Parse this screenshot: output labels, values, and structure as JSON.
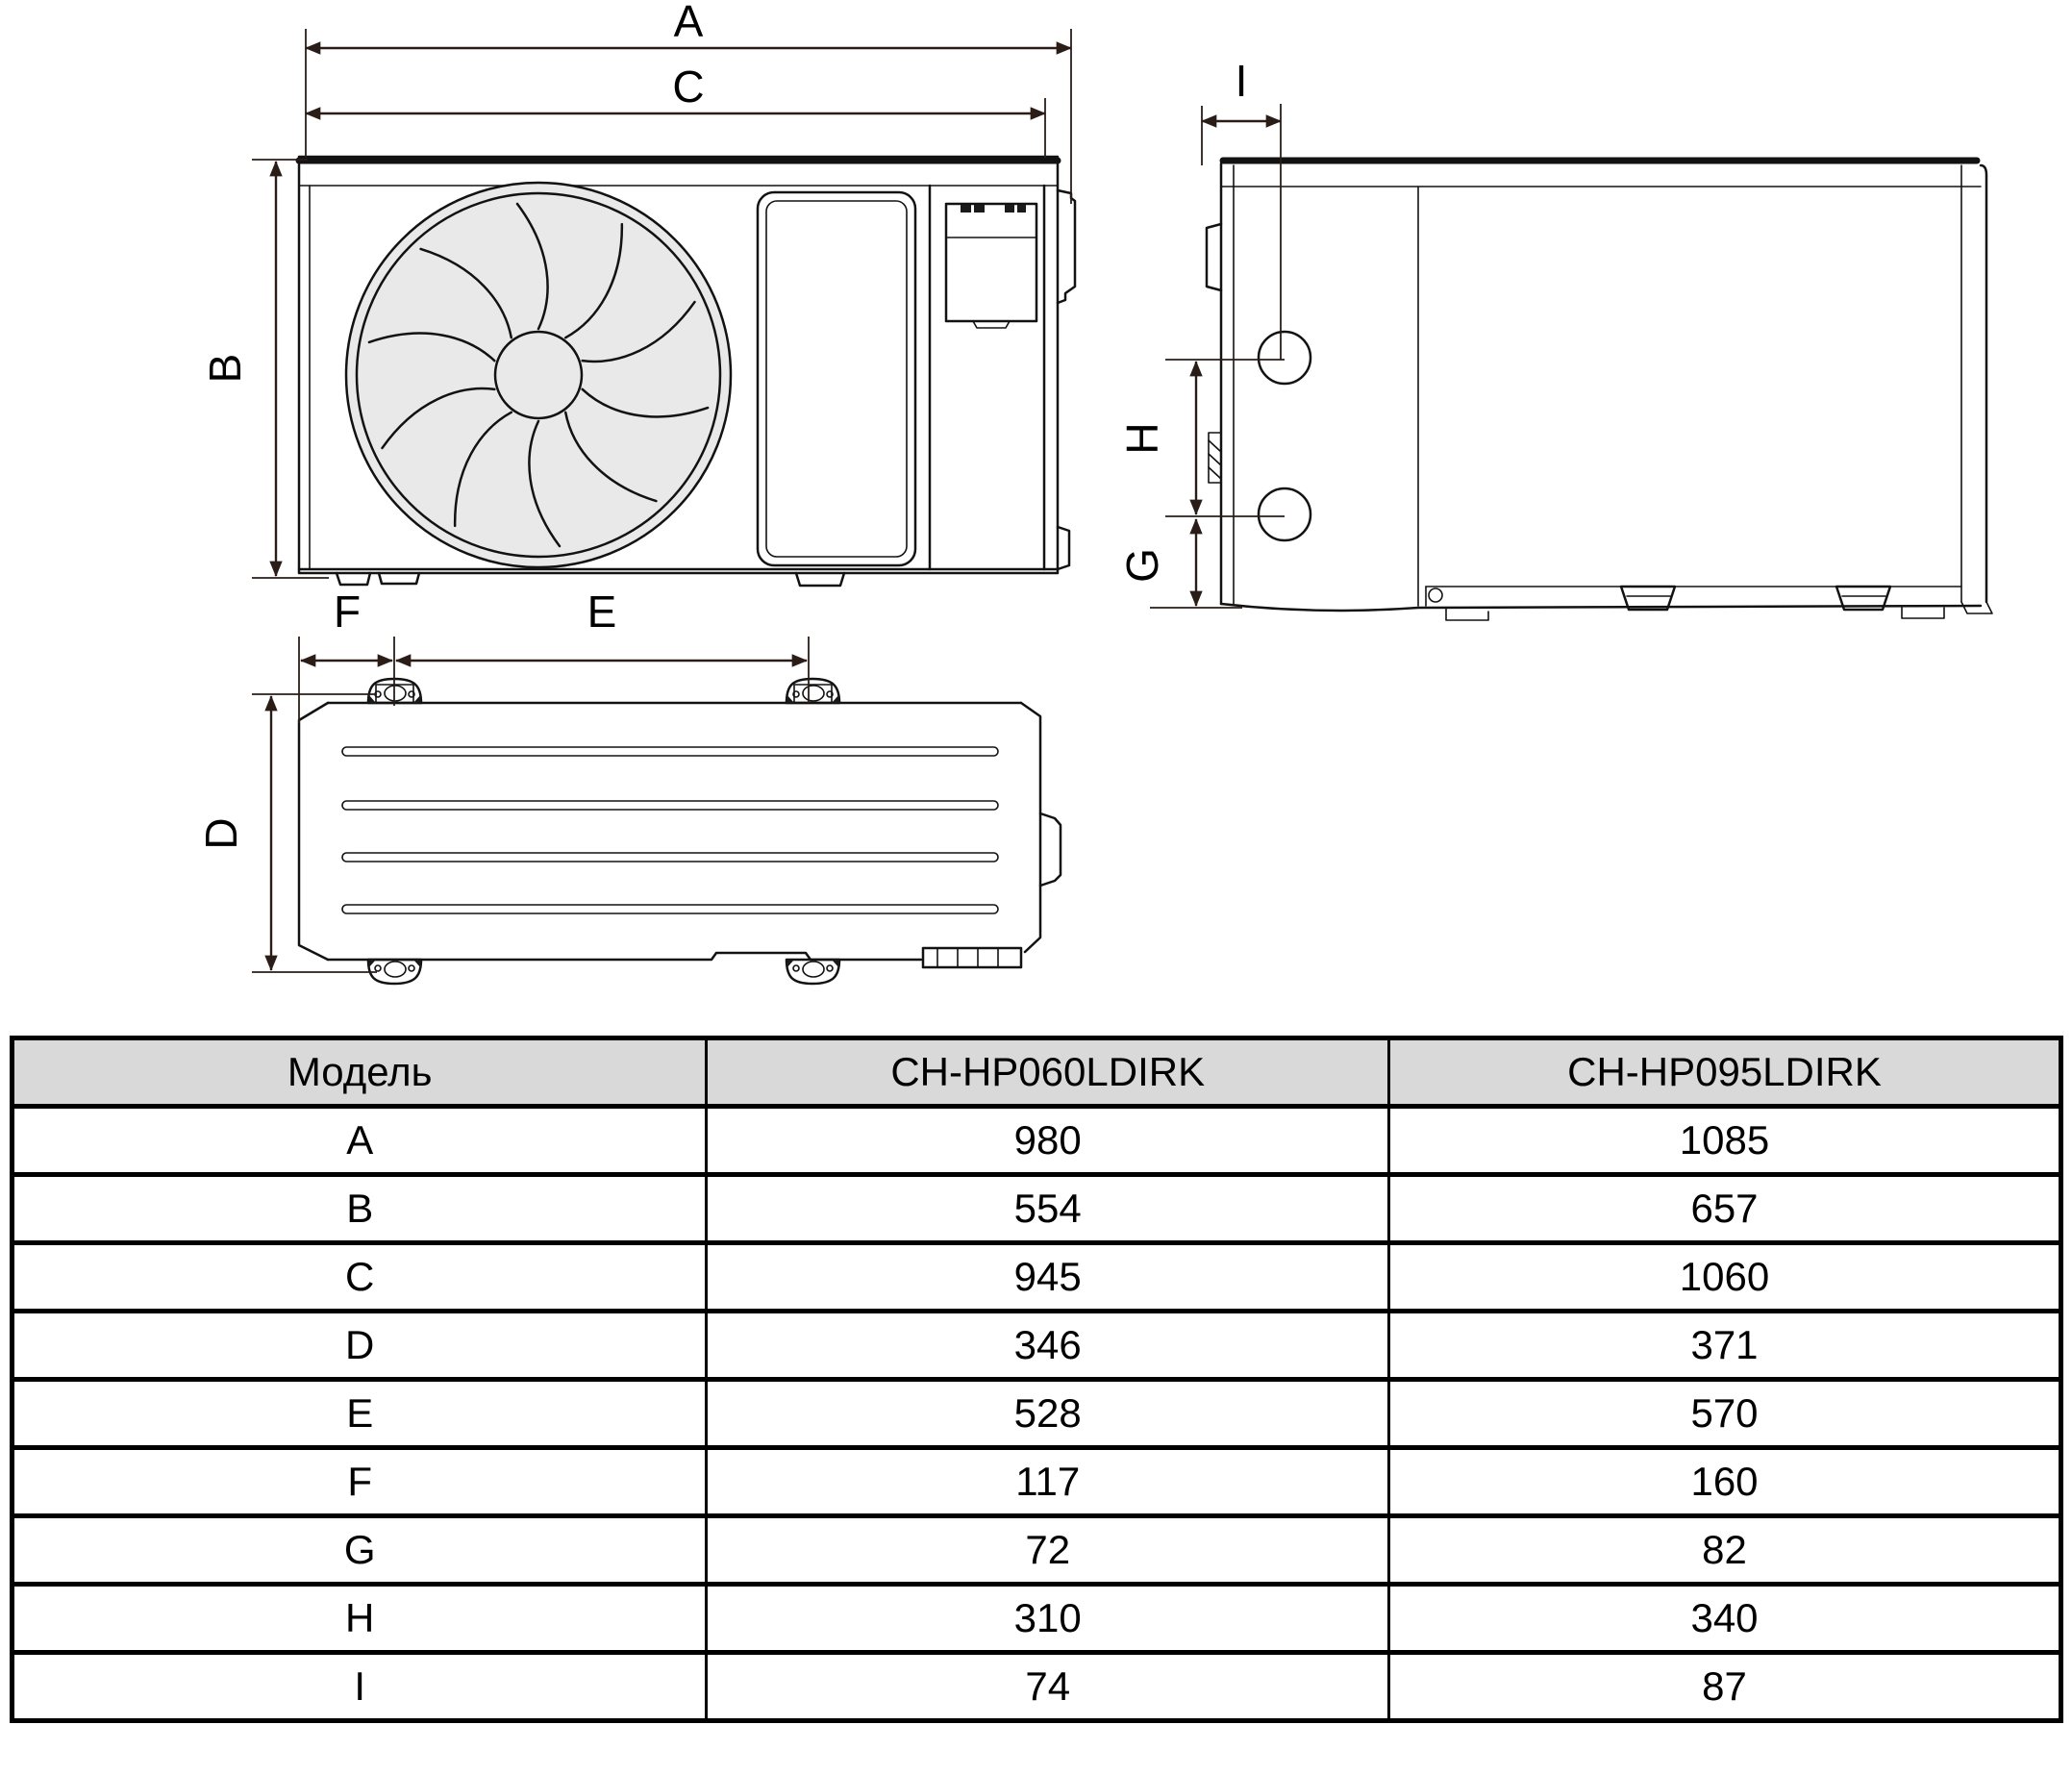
{
  "diagram": {
    "front_view": {
      "dim_a_label": "A",
      "dim_c_label": "C",
      "dim_b_label": "B"
    },
    "side_view": {
      "dim_i_label": "I",
      "dim_h_label": "H",
      "dim_g_label": "G"
    },
    "top_view": {
      "dim_f_label": "F",
      "dim_e_label": "E",
      "dim_d_label": "D"
    }
  },
  "table": {
    "headers": [
      "Модель",
      "CH-HP060LDIRK",
      "CH-HP095LDIRK"
    ],
    "rows": [
      {
        "label": "A",
        "v1": "980",
        "v2": "1085"
      },
      {
        "label": "B",
        "v1": "554",
        "v2": "657"
      },
      {
        "label": "C",
        "v1": "945",
        "v2": "1060"
      },
      {
        "label": "D",
        "v1": "346",
        "v2": "371"
      },
      {
        "label": "E",
        "v1": "528",
        "v2": "570"
      },
      {
        "label": "F",
        "v1": "117",
        "v2": "160"
      },
      {
        "label": "G",
        "v1": "72",
        "v2": "82"
      },
      {
        "label": "H",
        "v1": "310",
        "v2": "340"
      },
      {
        "label": "I",
        "v1": "74",
        "v2": "87"
      }
    ]
  },
  "colors": {
    "line": "#121212",
    "dimension": "#2a1d18",
    "fan_fill": "#e9e9e9",
    "table_header_bg": "#d9d9d9"
  }
}
